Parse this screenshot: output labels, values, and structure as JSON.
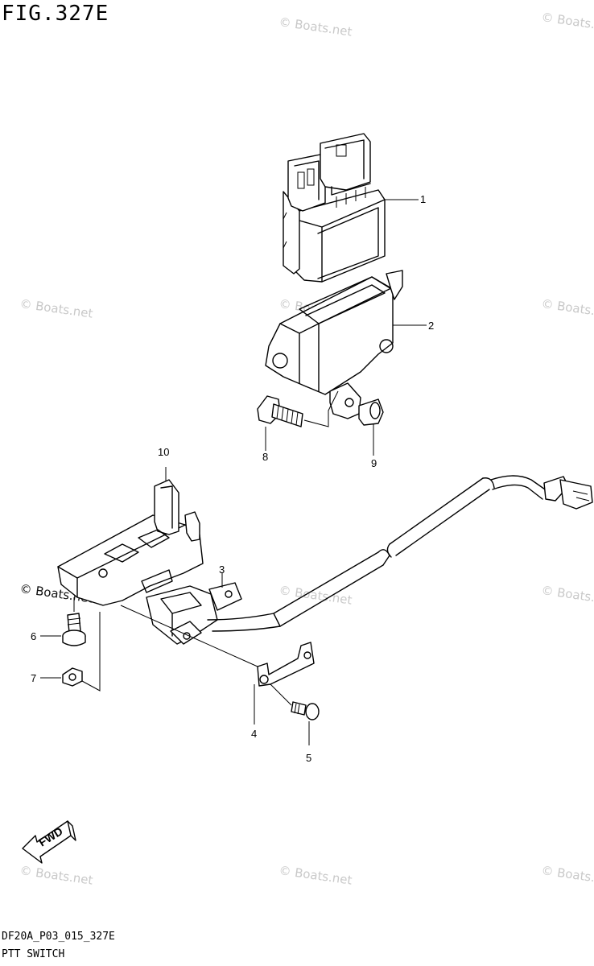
{
  "figure": {
    "title": "FIG.327E",
    "code": "DF20A_P03_015_327E",
    "caption": "PTT SWITCH"
  },
  "watermark": {
    "text": "© Boats.net"
  },
  "fwd_label": "FWD",
  "callouts": [
    {
      "id": "callout-1",
      "label": "1"
    },
    {
      "id": "callout-2",
      "label": "2"
    },
    {
      "id": "callout-3",
      "label": "3"
    },
    {
      "id": "callout-4",
      "label": "4"
    },
    {
      "id": "callout-5",
      "label": "5"
    },
    {
      "id": "callout-6",
      "label": "6"
    },
    {
      "id": "callout-7",
      "label": "7"
    },
    {
      "id": "callout-8",
      "label": "8"
    },
    {
      "id": "callout-9",
      "label": "9"
    },
    {
      "id": "callout-10",
      "label": "10"
    }
  ],
  "colors": {
    "line": "#000000",
    "background": "#ffffff",
    "watermark": "#c9c9c9"
  }
}
